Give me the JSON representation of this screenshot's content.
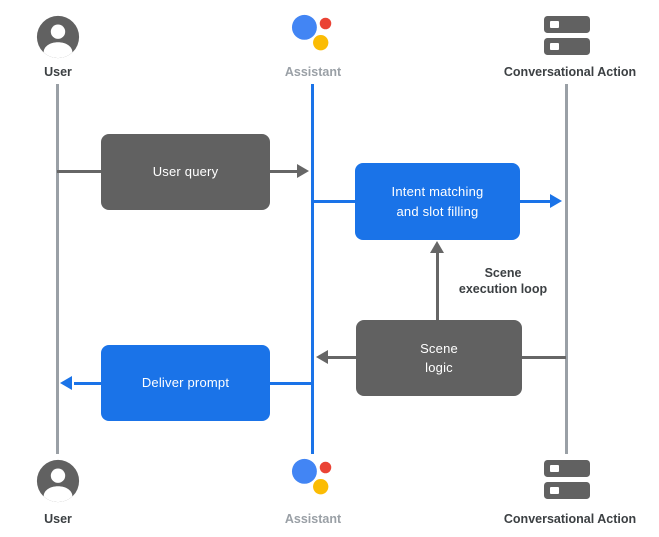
{
  "colors": {
    "accent_blue": "#1a73e8",
    "box_gray": "#616161",
    "line_gray": "#9aa0a6",
    "arrow_gray": "#666666",
    "label_dark": "#3c4043",
    "label_light": "#9aa0a6",
    "logo_blue": "#4285f4",
    "logo_red": "#ea4335",
    "logo_yellow": "#fbbc04",
    "icon_gray": "#616161"
  },
  "lanes": {
    "user": {
      "label": "User"
    },
    "assistant": {
      "label": "Assistant"
    },
    "action": {
      "label": "Conversational Action"
    }
  },
  "nodes": {
    "user_query": {
      "label": "User query"
    },
    "intent_matching": {
      "label": "Intent matching\nand slot filling"
    },
    "scene_logic": {
      "label": "Scene\nlogic"
    },
    "deliver_prompt": {
      "label": "Deliver prompt"
    }
  },
  "annotations": {
    "scene_execution_loop": {
      "label": "Scene\nexecution loop"
    }
  }
}
